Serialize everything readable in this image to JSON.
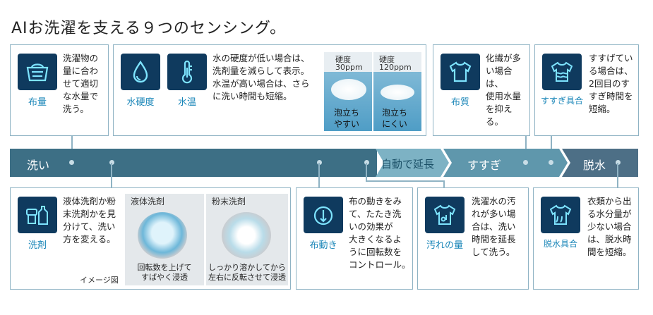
{
  "title": "AIお洗濯を支える９つのセンシング。",
  "stages": {
    "wash": "洗い",
    "extend": "自動で延長",
    "rinse": "すすぎ",
    "spin": "脱水"
  },
  "top_cards": {
    "load": {
      "label": "布量",
      "desc": [
        "洗濯物の",
        "量に合わ",
        "せて適切",
        "な水量で",
        "洗う。"
      ]
    },
    "hardness": {
      "label": "水硬度",
      "desc": [
        "水の硬度が低い場合は、",
        "洗剤量を減らして表示。",
        "水温が高い場合は、さら",
        "に洗い時間も短縮。"
      ]
    },
    "temp": {
      "label": "水温"
    },
    "hardness_photos": [
      {
        "head": "硬度",
        "value": "30ppm",
        "caption": [
          "泡立ち",
          "やすい"
        ]
      },
      {
        "head": "硬度",
        "value": "120ppm",
        "caption": [
          "泡立ち",
          "にくい"
        ]
      }
    ],
    "fabric": {
      "label": "布質",
      "desc": [
        "化繊が多",
        "い場合は、",
        "使用水量",
        "を抑える。"
      ]
    },
    "rinse_cond": {
      "label": "すすぎ具合",
      "desc": [
        "すすげてい",
        "る場合は、",
        "2回目のす",
        "すぎ時間を",
        "短縮。"
      ]
    }
  },
  "bottom_cards": {
    "detergent": {
      "label": "洗剤",
      "desc": [
        "液体洗剤か粉",
        "末洗剤かを見",
        "分けて、洗い",
        "方を変える。"
      ],
      "note": "イメージ図",
      "photos": [
        {
          "head": "液体洗剤",
          "caption": [
            "回転数を上げて",
            "すばやく浸透"
          ]
        },
        {
          "head": "粉末洗剤",
          "caption": [
            "しっかり溶かしてから",
            "左右に反転させて浸透"
          ]
        }
      ]
    },
    "motion": {
      "label": "布動き",
      "desc": [
        "布の動きをみ",
        "て、たたき洗",
        "いの効果が",
        "大きくなるよ",
        "うに回転数を",
        "コントロール。"
      ]
    },
    "dirt": {
      "label": "汚れの量",
      "desc": [
        "洗濯水の汚",
        "れが多い場",
        "合は、洗い",
        "時間を延長",
        "して洗う。"
      ]
    },
    "spin_cond": {
      "label": "脱水具合",
      "desc": [
        "衣類から出",
        "る水分量が",
        "少ない場合",
        "は、脱水時",
        "間を短縮。"
      ]
    }
  },
  "icons": [
    "basket-icon",
    "water-drop-icon",
    "thermometer-icon",
    "shirt-icon",
    "shirt-rinse-icon",
    "detergent-icon",
    "rotation-icon",
    "shirt-dirt-icon",
    "shirt-spin-icon"
  ],
  "colors": {
    "band_dark": "#3d6f85",
    "band_mid": "#5f97ac",
    "band_light": "#7db2c4",
    "spin_bg": "#4d6f86",
    "icon_bg": "#0f3a5e",
    "accent": "#1a86b8",
    "border": "#8fb3c4"
  }
}
